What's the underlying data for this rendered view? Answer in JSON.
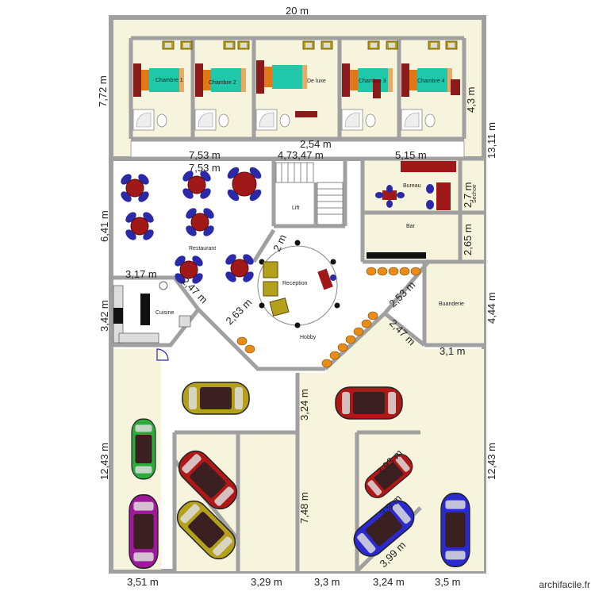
{
  "plan": {
    "dimensions": {
      "top_width": "20 m",
      "left_height_top": "7,72 m",
      "right_height_top": "13,11 m",
      "rooms_depth": "4,3 m",
      "corridor": "2,54 m",
      "dim_7_53_a": "7,53 m",
      "dim_7_53_b": "7,53 m",
      "dim_4_7": "4,7",
      "dim_3_47": "3,47 m",
      "dim_5_15": "5,15 m",
      "dim_6_41": "6,41 m",
      "dim_2_7": "2,7 m",
      "dim_2_65": "2,65 m",
      "dim_3_17": "3,17 m",
      "dim_2_m": "2 m",
      "dim_2_47_left": "2,47 m",
      "dim_3_42": "3,42 m",
      "dim_2_63": "2,63 m",
      "dim_2_53": "2,53 m",
      "dim_4_44": "4,44 m",
      "dim_2_47_right": "2,47 m",
      "dim_3_1": "3,1 m",
      "dim_3_24_mid": "3,24 m",
      "left_height_bottom": "12,43 m",
      "right_height_bottom": "12,43 m",
      "dim_7_48": "7,48 m",
      "dim_3_93": "3,93 m",
      "dim_3_9": "3,9 m",
      "dim_3_99": "3,99 m",
      "bottom_3_51": "3,51 m",
      "bottom_3_29": "3,29 m",
      "bottom_3_3": "3,3 m",
      "bottom_3_24": "3,24 m",
      "bottom_3_5": "3,5 m"
    },
    "rooms": {
      "chambre1": "Chambre 1",
      "chambre2": "Chambre 2",
      "deluxe": "De luxe",
      "chambre3": "Chambre 3",
      "chambre4": "Chambre 4",
      "lift": "Lift",
      "bureau": "Bureau",
      "sechoir": "Sechoir",
      "bar": "Bar",
      "restaurant": "Restaurant",
      "cuisine": "Cuisine",
      "reception": "Reception",
      "hobby": "Hobby",
      "buanderie": "Buanderie"
    },
    "watermark": "archifacile.fr",
    "colors": {
      "floor": "#f7f4dd",
      "wall": "#a0a0a0",
      "bed_red": "#8b1a1a",
      "bed_teal": "#1ec8a8",
      "bed_orange": "#e07818",
      "chair_blue": "#2a2aa8",
      "table_red": "#a01818",
      "car_yellow": "#b5a01c",
      "car_red": "#b01818",
      "car_green": "#2caa3c",
      "car_purple": "#a0189c",
      "car_blue": "#2a2ad0",
      "stool_orange": "#e88c18",
      "counter_black": "#111111"
    }
  }
}
